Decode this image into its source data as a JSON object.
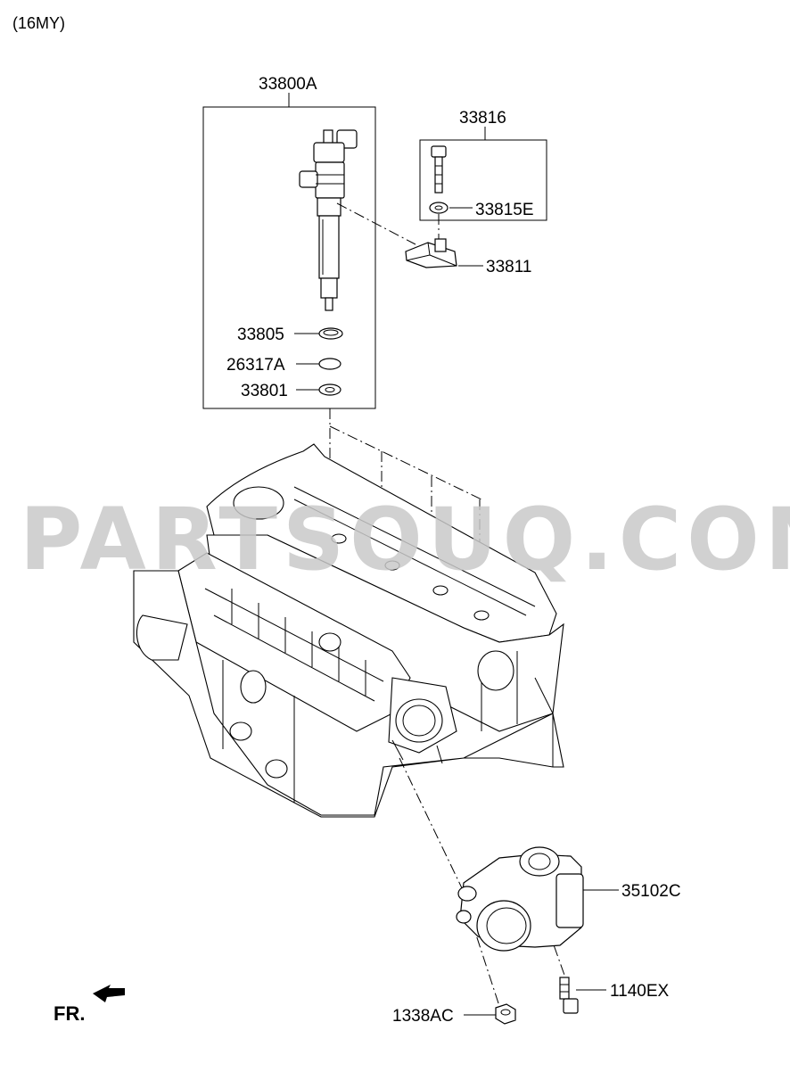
{
  "header": {
    "model_year": "(16MY)"
  },
  "watermark": "PARTSOUQ.COM",
  "direction_label": "FR.",
  "parts": {
    "injector_assy": "33800A",
    "clamp_set": "33816",
    "washer": "33815E",
    "clamp": "33811",
    "seal_ring": "33805",
    "o_ring": "26317A",
    "injector_washer": "33801",
    "throttle_body": "35102C",
    "bolt": "1140EX",
    "nut": "1338AC"
  }
}
